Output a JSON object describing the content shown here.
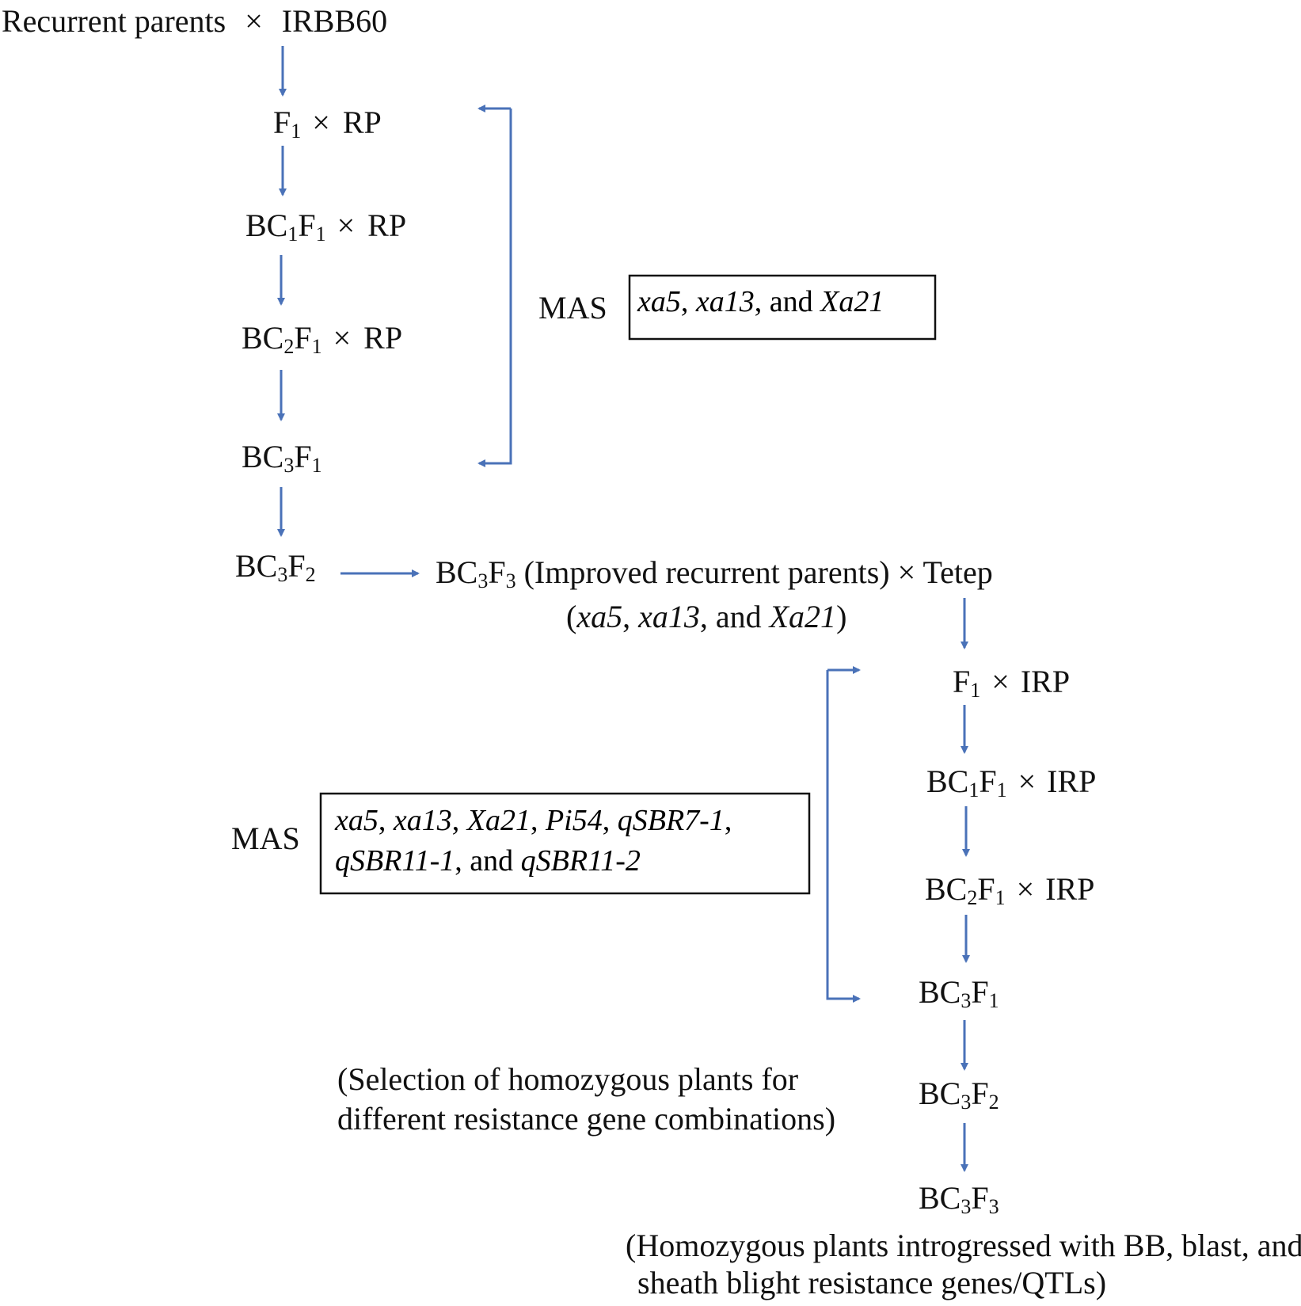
{
  "phase1": {
    "cross0": {
      "left": "Recurrent parents",
      "op": "×",
      "right": "IRBB60"
    },
    "row_f1": {
      "base": "F",
      "sub": "1",
      "op": "×",
      "parent": "RP"
    },
    "row_bc1": {
      "pre": "BC",
      "sub1": "1",
      "mid": "F",
      "sub2": "1",
      "op": "×",
      "parent": "RP"
    },
    "row_bc2": {
      "pre": "BC",
      "sub1": "2",
      "mid": "F",
      "sub2": "1",
      "op": "×",
      "parent": "RP"
    },
    "row_bc3f1": {
      "pre": "BC",
      "sub1": "3",
      "mid": "F",
      "sub2": "1"
    },
    "row_bc3f2": {
      "pre": "BC",
      "sub1": "3",
      "mid": "F",
      "sub2": "2"
    },
    "mas_label": "MAS",
    "mas_box": {
      "g1": "xa5",
      "s1": ", ",
      "g2": "xa13",
      "s2": ", and ",
      "g3": "Xa21"
    }
  },
  "improved": {
    "pre": "BC",
    "sub1": "3",
    "mid": "F",
    "sub2": "3",
    "rest": " (Improved recurrent parents) × Tetep",
    "genes": {
      "open": "(",
      "g1": "xa5",
      "s1": ", ",
      "g2": "xa13",
      "s2": ", and ",
      "g3": "Xa21",
      "close": ")"
    }
  },
  "phase2": {
    "row_f1": {
      "base": "F",
      "sub": "1",
      "op": "×",
      "parent": "IRP"
    },
    "row_bc1": {
      "pre": "BC",
      "sub1": "1",
      "mid": "F",
      "sub2": "1",
      "op": "×",
      "parent": "IRP"
    },
    "row_bc2": {
      "pre": "BC",
      "sub1": "2",
      "mid": "F",
      "sub2": "1",
      "op": "×",
      "parent": "IRP"
    },
    "row_bc3f1": {
      "pre": "BC",
      "sub1": "3",
      "mid": "F",
      "sub2": "1"
    },
    "row_bc3f2": {
      "pre": "BC",
      "sub1": "3",
      "mid": "F",
      "sub2": "2"
    },
    "row_bc3f3": {
      "pre": "BC",
      "sub1": "3",
      "mid": "F",
      "sub2": "3"
    },
    "mas_label": "MAS",
    "mas_box": {
      "line1": {
        "g1": "xa5",
        "s1": ", ",
        "g2": "xa13",
        "s2": ", ",
        "g3": "Xa21",
        "s3": ", ",
        "g4": "Pi54",
        "s4": ", ",
        "g5": "qSBR7-1",
        "s5": ","
      },
      "line2": {
        "g1": "qSBR11-1",
        "s1": ", and ",
        "g2": "qSBR11-2"
      }
    },
    "selection_note": {
      "line1": "(Selection of homozygous plants for",
      "line2": "different resistance gene combinations)"
    },
    "final_note": {
      "line1": "(Homozygous plants introgressed with BB, blast, and",
      "line2": "sheath blight resistance genes/QTLs)"
    }
  },
  "colors": {
    "arrow": "#4a72b8",
    "text": "#111111",
    "box_border": "#111111"
  }
}
